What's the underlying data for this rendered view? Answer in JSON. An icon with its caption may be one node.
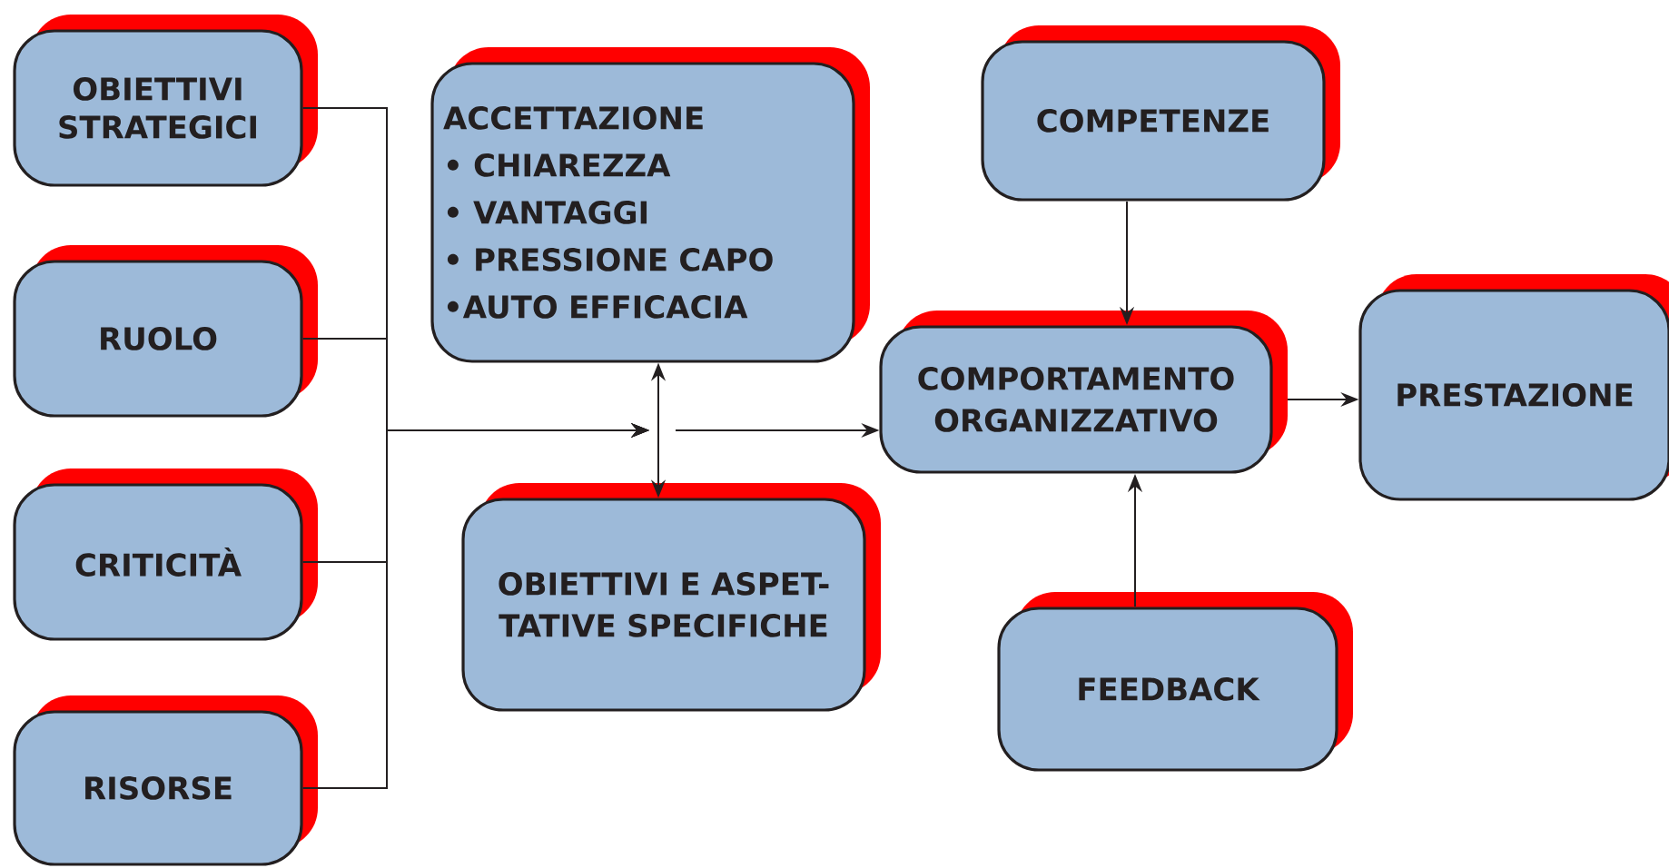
{
  "diagram": {
    "nodes": [
      {
        "text": [
          "OBIETTIVI STRATEGICI"
        ]
      },
      {
        "text": [
          "RUOLO"
        ]
      },
      {
        "text": [
          "CRITICITÀ"
        ]
      },
      {
        "text": [
          "RISORSE"
        ]
      },
      {
        "text": [
          "ACCETTAZIONE",
          "• CHIAREZZA",
          "• VANTAGGI",
          "• PRESSIONE CAPO",
          "•AUTO EFFICACIA"
        ]
      },
      {
        "text": [
          "OBIETTIVI E ASPET-TATIVE SPECIFICHE"
        ]
      },
      {
        "text": [
          "COMPORTAMENTO ORGANIZZATIVO"
        ]
      },
      {
        "text": [
          "COMPETENZE"
        ]
      },
      {
        "text": [
          "FEEDBACK"
        ]
      },
      {
        "text": [
          "PRESTAZIONE"
        ]
      }
    ],
    "edges": [
      {
        "from": 0,
        "to": 5,
        "arrow": "to"
      },
      {
        "from": 1,
        "to": 5,
        "arrow": "to"
      },
      {
        "from": 2,
        "to": 5,
        "arrow": "to"
      },
      {
        "from": 3,
        "to": 5,
        "arrow": "to"
      },
      {
        "from": 4,
        "to": 5,
        "arrow": "both"
      },
      {
        "from": null,
        "to": 6,
        "arrow": "to"
      },
      {
        "from": 7,
        "to": 6,
        "arrow": "to"
      },
      {
        "from": 8,
        "to": 6,
        "arrow": "to"
      },
      {
        "from": 6,
        "to": 9,
        "arrow": "to"
      }
    ]
  }
}
